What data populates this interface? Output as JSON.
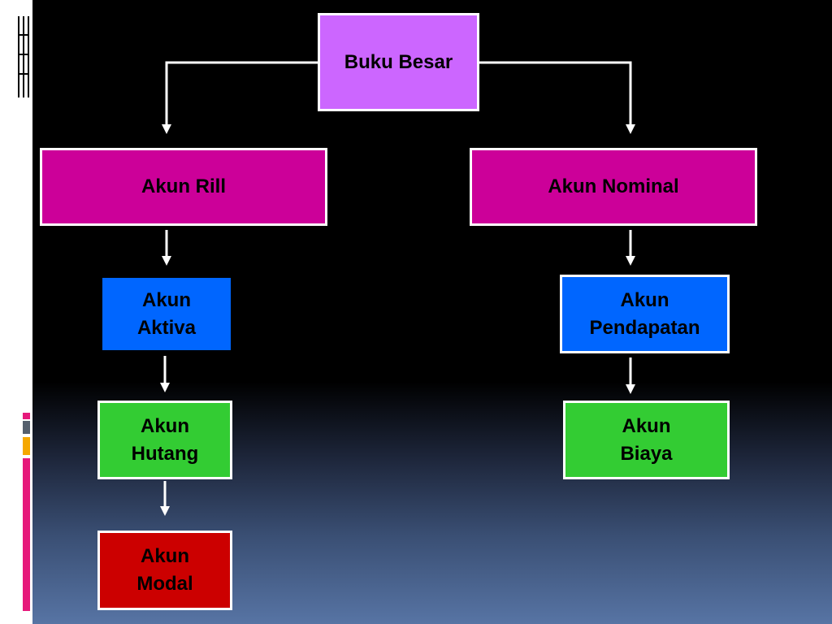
{
  "colors": {
    "root": "#cc66ff",
    "level1": "#cc0099",
    "level2": "#0066ff",
    "level3": "#33cc33",
    "level4": "#cc0000",
    "connector": "#ffffff",
    "accent_pink": "#e6197b",
    "accent_gray": "#55606e",
    "accent_orange": "#f5a800"
  },
  "nodes": {
    "buku_besar": "Buku Besar",
    "akun_rill": "Akun Rill",
    "akun_nominal": "Akun  Nominal",
    "akun_aktiva": "Akun\nAktiva",
    "akun_pendapatan": "Akun\nPendapatan",
    "akun_hutang": "Akun\nHutang",
    "akun_biaya": "Akun\nBiaya",
    "akun_modal": "Akun\nModal"
  },
  "edges": [
    [
      "buku_besar",
      "akun_rill"
    ],
    [
      "buku_besar",
      "akun_nominal"
    ],
    [
      "akun_rill",
      "akun_aktiva"
    ],
    [
      "akun_aktiva",
      "akun_hutang"
    ],
    [
      "akun_hutang",
      "akun_modal"
    ],
    [
      "akun_nominal",
      "akun_pendapatan"
    ],
    [
      "akun_pendapatan",
      "akun_biaya"
    ]
  ]
}
